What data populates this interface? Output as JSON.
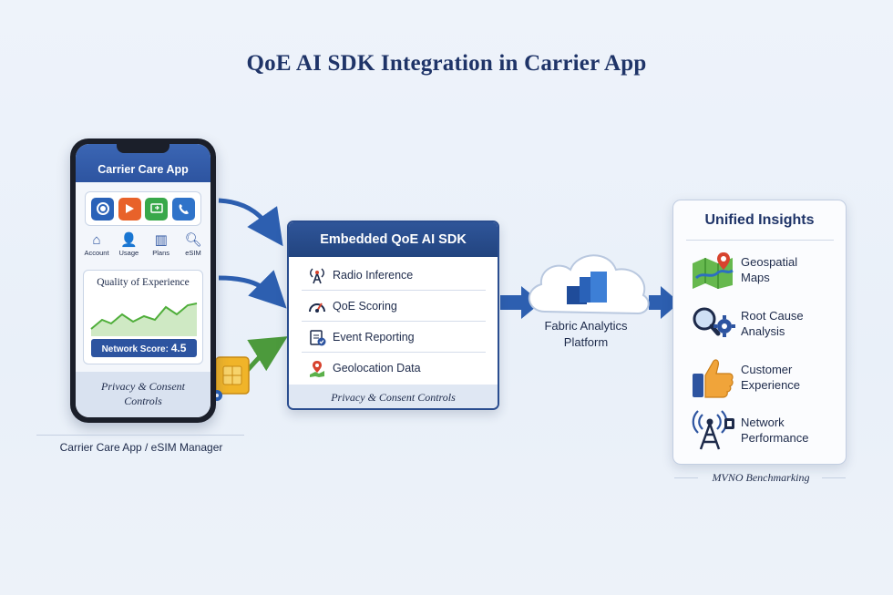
{
  "title": "QoE AI SDK Integration in Carrier App",
  "phone": {
    "app_title": "Carrier Care App",
    "apps": [
      {
        "icon": "record-icon",
        "color": "#2a62b8"
      },
      {
        "icon": "play-icon",
        "color": "#e8622a"
      },
      {
        "icon": "screen-icon",
        "color": "#38a84a"
      },
      {
        "icon": "phone-icon",
        "color": "#2f73c9"
      }
    ],
    "nav": [
      {
        "label": "Account",
        "icon": "home-icon"
      },
      {
        "label": "Usage",
        "icon": "user-icon"
      },
      {
        "label": "Plans",
        "icon": "bars-icon"
      },
      {
        "label": "eSIM",
        "icon": "search-icon"
      }
    ],
    "qoe_title": "Quality of Experience",
    "score_label": "Network Score:",
    "score_value": "4.5",
    "privacy_line1": "Privacy & Consent",
    "privacy_line2": "Controls",
    "caption": "Carrier Care App / eSIM Manager"
  },
  "sdk": {
    "title": "Embedded QoE AI SDK",
    "rows": [
      {
        "label": "Radio Inference",
        "icon": "antenna-icon"
      },
      {
        "label": "QoE Scoring",
        "icon": "gauge-icon"
      },
      {
        "label": "Event Reporting",
        "icon": "clipboard-check-icon"
      },
      {
        "label": "Geolocation Data",
        "icon": "map-pin-icon"
      }
    ],
    "footer": "Privacy & Consent Controls"
  },
  "cloud": {
    "line1": "Fabric Analytics",
    "line2": "Platform"
  },
  "insights": {
    "title": "Unified Insights",
    "items": [
      {
        "line1": "Geospatial",
        "line2": "Maps",
        "icon": "map-icon"
      },
      {
        "line1": "Root Cause",
        "line2": "Analysis",
        "icon": "magnifier-gear-icon"
      },
      {
        "line1": "Customer",
        "line2": "Experience",
        "icon": "thumbs-up-icon"
      },
      {
        "line1": "Network",
        "line2": "Performance",
        "icon": "tower-icon"
      }
    ],
    "footer": "MVNO Benchmarking"
  },
  "colors": {
    "primary": "#2d54a0",
    "dark_blue": "#1f3468",
    "arrow_blue": "#2d5fb0",
    "arrow_green": "#4c9a3c"
  }
}
